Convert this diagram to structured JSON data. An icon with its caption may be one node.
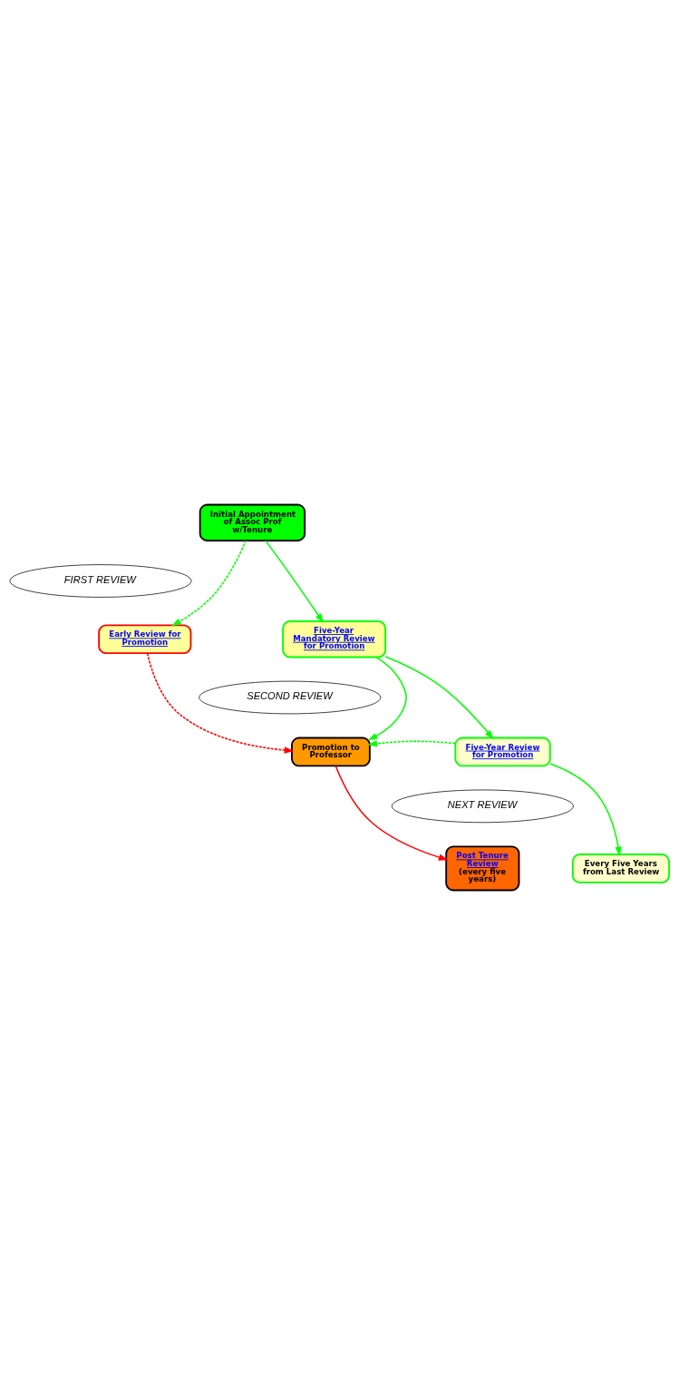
{
  "diagram": {
    "nodes": [
      {
        "text": [
          "Initial Appointment of Assoc Prof w/Tenure"
        ]
      },
      {
        "text": [
          "FIRST REVIEW"
        ]
      },
      {
        "text": [
          "Early Review for Promotion"
        ]
      },
      {
        "text": [
          "Five-Year Mandatory Review for Promotion"
        ]
      },
      {
        "text": [
          "SECOND REVIEW"
        ]
      },
      {
        "text": [
          "Promotion to Professor"
        ]
      },
      {
        "text": [
          "Five-Year Review for Promotion"
        ]
      },
      {
        "text": [
          "NEXT REVIEW"
        ]
      },
      {
        "text": [
          "Post Tenure Review",
          "(every five years)"
        ]
      },
      {
        "text": [
          "Every Five Years from Last Review"
        ]
      }
    ],
    "edges": [
      {
        "from": 0,
        "to": 2,
        "arrow": "to",
        "style": "dashed"
      },
      {
        "from": 0,
        "to": 3,
        "arrow": "to"
      },
      {
        "from": 2,
        "to": 5,
        "arrow": "to",
        "style": "dashed",
        "color": "#ff0000"
      },
      {
        "from": 3,
        "to": 5,
        "arrow": "to"
      },
      {
        "from": 3,
        "to": 6,
        "arrow": "to"
      },
      {
        "from": 6,
        "to": 5,
        "arrow": "to",
        "style": "dashed"
      },
      {
        "from": 5,
        "to": 8,
        "arrow": "to",
        "color": "#ff0000"
      },
      {
        "from": 6,
        "to": 9,
        "arrow": "to"
      }
    ]
  }
}
